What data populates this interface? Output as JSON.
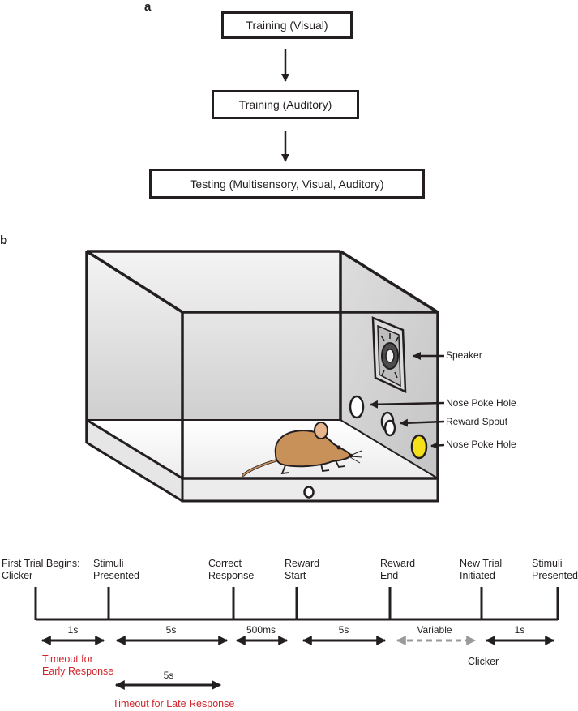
{
  "panel_a": {
    "label": "a",
    "steps": [
      "Training (Visual)",
      "Training (Auditory)",
      "Testing (Multisensory, Visual, Auditory)"
    ]
  },
  "panel_b": {
    "label": "b",
    "callouts": {
      "speaker": "Speaker",
      "nose_poke_1": "Nose Poke Hole",
      "reward_spout": "Reward Spout",
      "nose_poke_2": "Nose Poke Hole"
    },
    "colors": {
      "chamber_fill": "#e4e4e4",
      "nose_poke_lit": "#f5e11a",
      "mouse": "#c9915a"
    }
  },
  "timeline": {
    "events": [
      {
        "line1": "First Trial Begins:",
        "line2": "Clicker"
      },
      {
        "line1": "Stimuli",
        "line2": "Presented"
      },
      {
        "line1": "Correct",
        "line2": "Response"
      },
      {
        "line1": "Reward",
        "line2": "Start"
      },
      {
        "line1": "Reward",
        "line2": "End"
      },
      {
        "line1": "New Trial",
        "line2": "Initiated"
      },
      {
        "line1": "Stimuli",
        "line2": "Presented"
      }
    ],
    "durations": [
      "1s",
      "5s",
      "500ms",
      "5s",
      "Variable",
      "1s"
    ],
    "late_duration": "5s",
    "timeout_early_1": "Timeout for",
    "timeout_early_2": "Early Response",
    "timeout_late": "Timeout for Late Response",
    "clicker": "Clicker",
    "colors": {
      "timeout_text": "#d0232a",
      "variable_arrow": "#9a9a9a"
    }
  }
}
